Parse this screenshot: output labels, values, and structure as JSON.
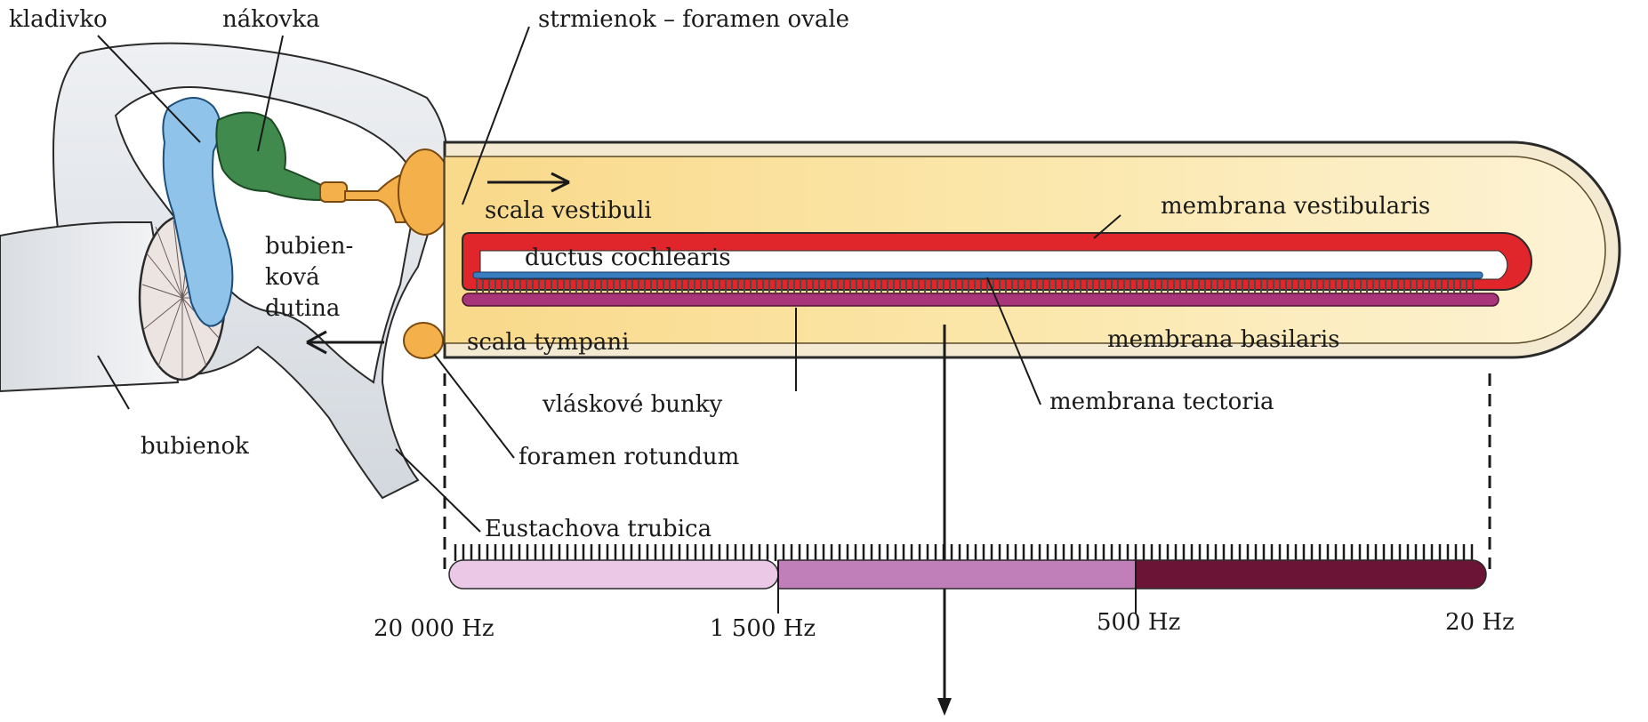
{
  "labels": {
    "malleus": "kladivko",
    "incus": "nákovka",
    "stapes": "strmienok – foramen ovale",
    "scala_vestibuli": "scala vestibuli",
    "membrana_vestibularis": "membrana vestibularis",
    "cavity_line1": "bubien-",
    "cavity_line2": "ková",
    "cavity_line3": "dutina",
    "ductus": "ductus cochlearis",
    "scala_tympani": "scala tympani",
    "membrana_basilaris": "membrana basilaris",
    "hair_cells": "vláskové bunky",
    "membrana_tectoria": "membrana tectoria",
    "eardrum": "bubienok",
    "foramen_rotundum": "foramen rotundum",
    "eustachian": "Eustachova trubica"
  },
  "frequency_scale": {
    "ticks": [
      "20 000 Hz",
      "1 500 Hz",
      "500 Hz",
      "20 Hz"
    ]
  },
  "colors": {
    "malleus": "#8fc3ea",
    "incus": "#3f8a4c",
    "stapes": "#f4b04a",
    "fluid": "#fbe7ab",
    "duct_border": "#e0262a",
    "tectorial": "#3a7cc0",
    "basilar": "#a8357a",
    "scale_low": "#eac8e6",
    "scale_mid": "#c07fb9",
    "scale_high": "#6b1436"
  }
}
